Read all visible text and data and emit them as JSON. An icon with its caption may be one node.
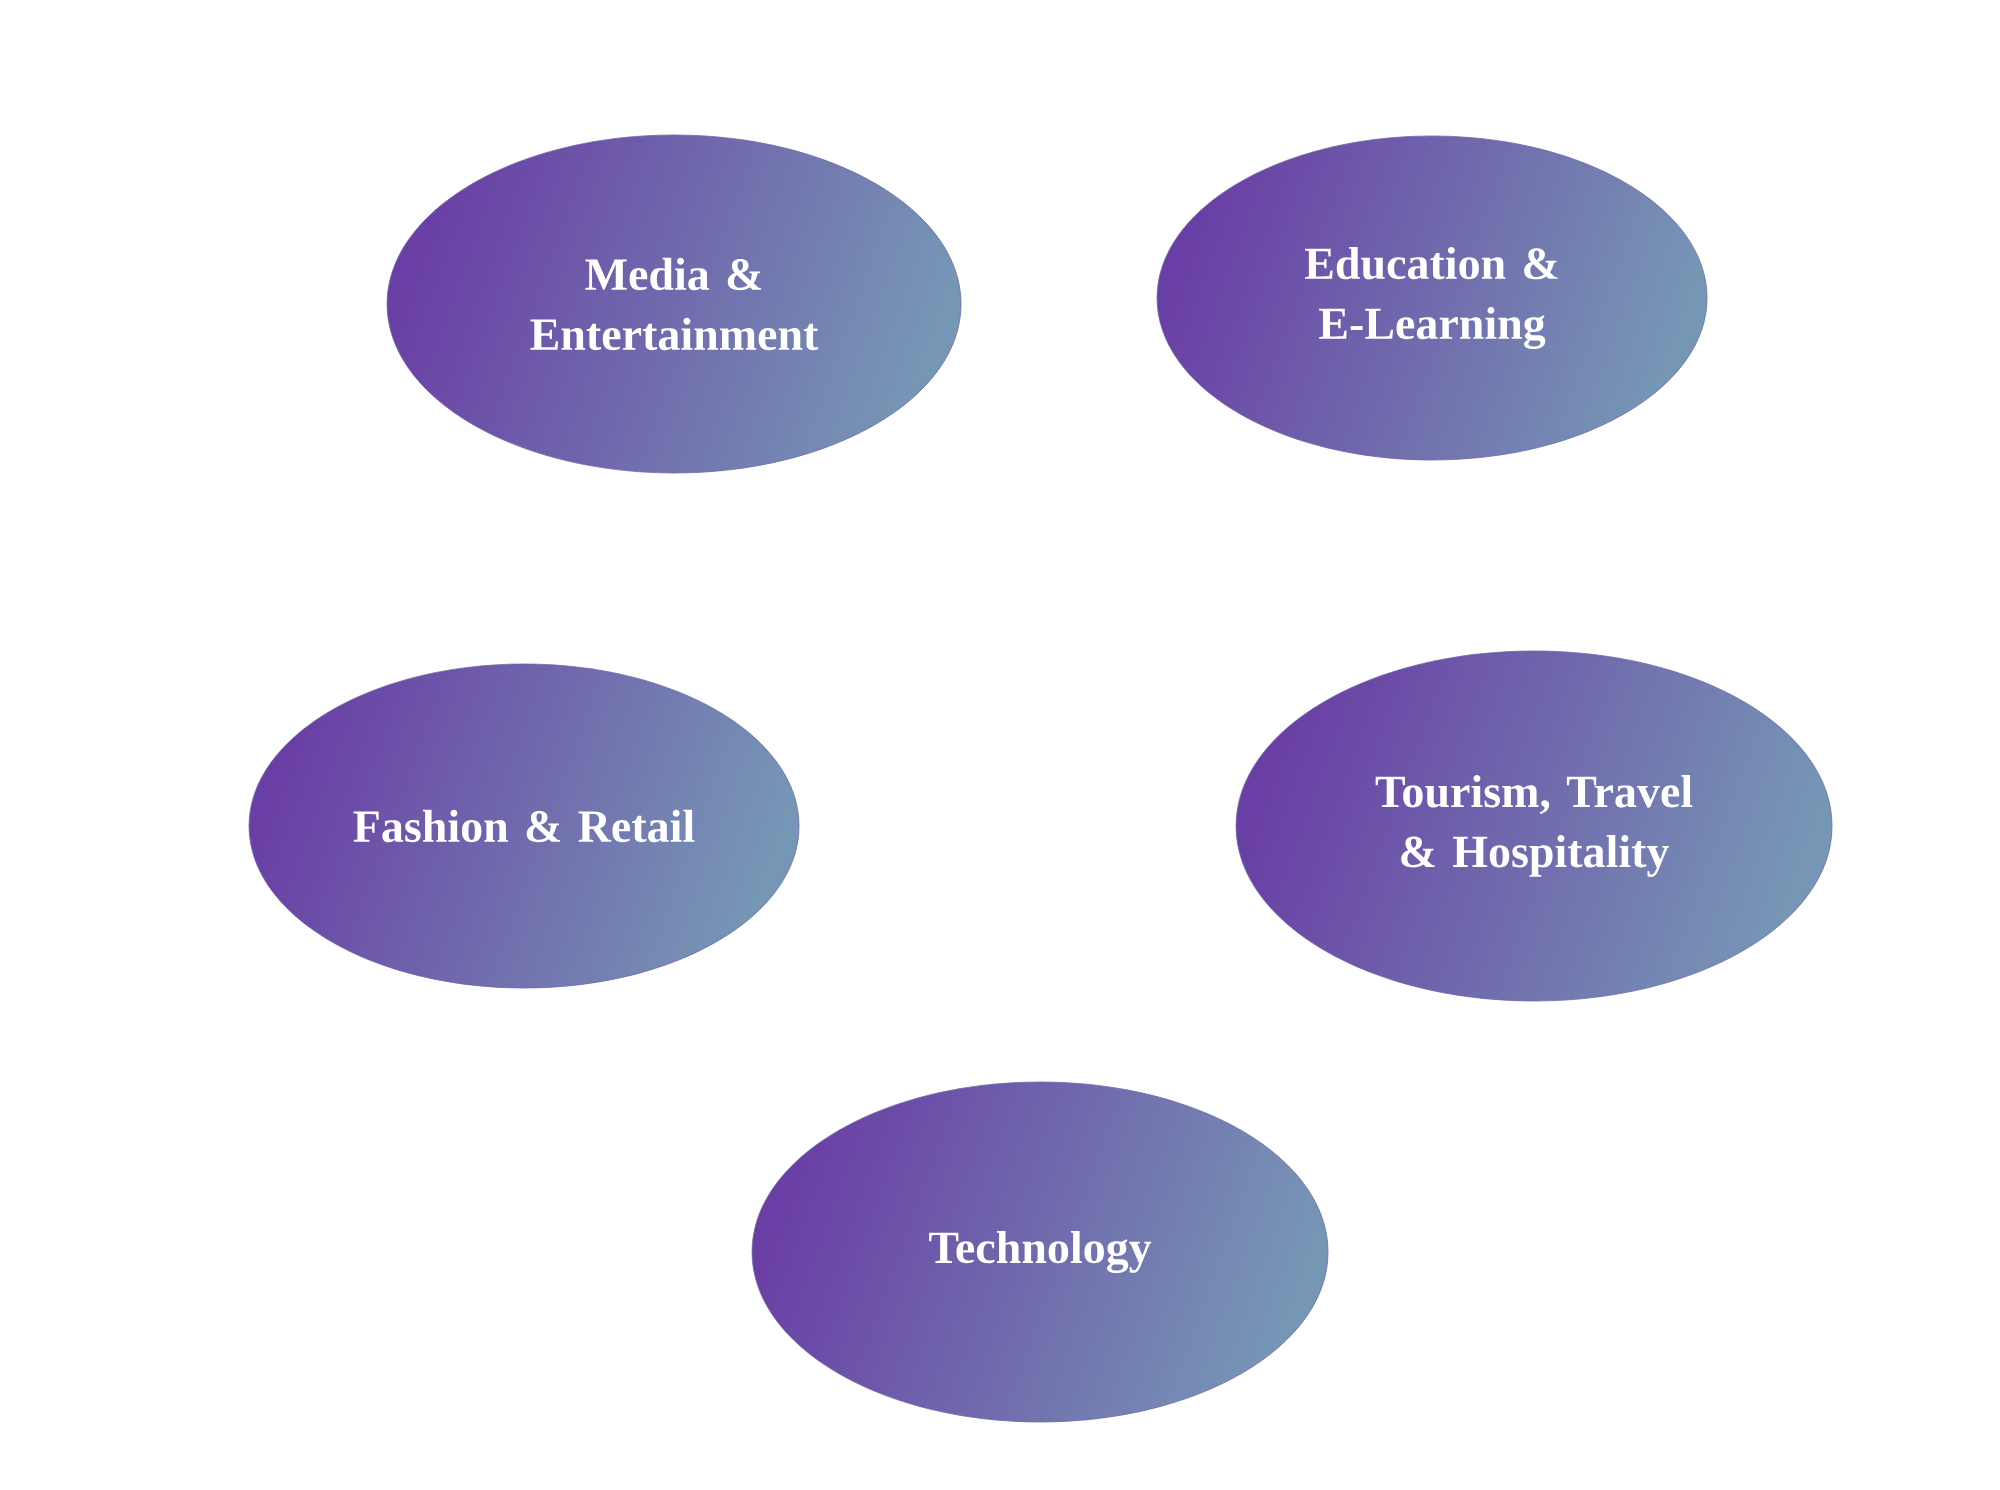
{
  "diagram": {
    "nodes": [
      {
        "text": [
          "Media & Entertainment"
        ]
      },
      {
        "text": [
          "Education & E-Learning"
        ]
      },
      {
        "text": [
          "Fashion & Retail"
        ]
      },
      {
        "text": [
          "Tourism, Travel & Hospitality"
        ]
      },
      {
        "text": [
          "Technology"
        ]
      }
    ]
  }
}
